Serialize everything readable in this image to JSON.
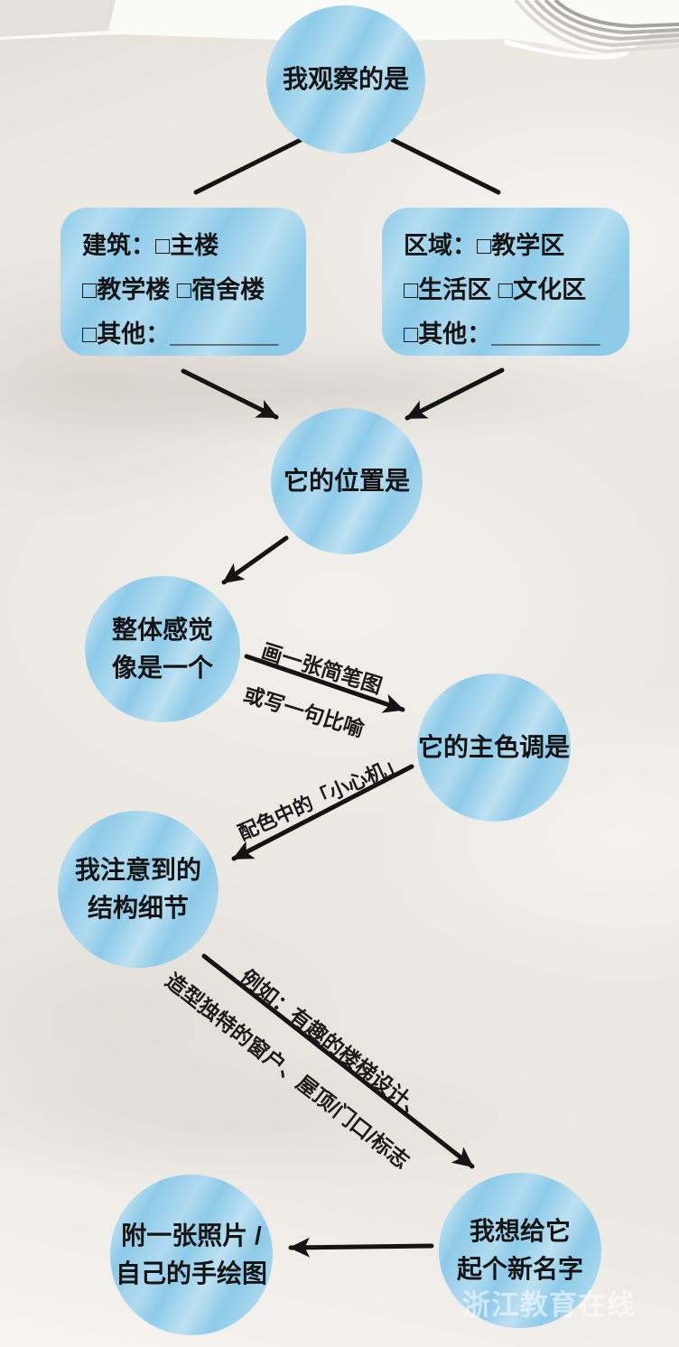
{
  "colors": {
    "node_blue": "#8ECBE9",
    "node_streak_light": "#BCE2F5",
    "line_black": "#141414",
    "paper": "#ECE9E3",
    "watermark_white": "rgba(255,255,255,0.55)"
  },
  "flowchart": {
    "nodes": {
      "observe": {
        "label": "我观察的是"
      },
      "building": {
        "lines": [
          "建筑：□主楼",
          "□教学楼 □宿舍楼",
          "□其他：________"
        ]
      },
      "area": {
        "lines": [
          "区域：□教学区",
          "□生活区 □文化区",
          "□其他：________"
        ]
      },
      "location": {
        "label": "它的位置是"
      },
      "feeling": {
        "lines": [
          "整体感觉",
          "像是一个"
        ]
      },
      "main_color": {
        "label": "它的主色调是"
      },
      "structure": {
        "lines": [
          "我注意到的",
          "结构细节"
        ]
      },
      "new_name": {
        "lines": [
          "我想给它",
          "起个新名字"
        ]
      },
      "photo": {
        "lines": [
          "附一张照片 /",
          "自己的手绘图"
        ]
      }
    },
    "edge_labels": {
      "sketch_line1": "画一张简笔图",
      "sketch_line2": "或写一句比喻",
      "palette": "配色中的「小心机」",
      "examples_line1": "例如：有趣的楼梯设计、",
      "examples_line2": "造型独特的窗户、屋顶/门口/标志"
    }
  },
  "watermark": "浙江教育在线"
}
